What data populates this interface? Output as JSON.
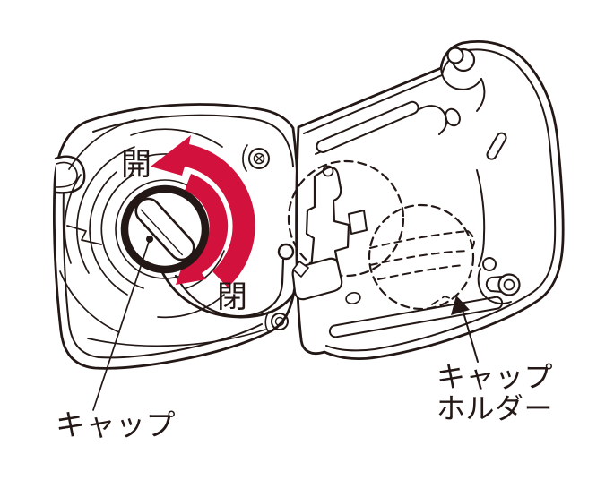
{
  "labels": {
    "open": "開",
    "close": "閉",
    "cap": "キャップ",
    "cap_holder": [
      "キャップ",
      "ホルダー"
    ]
  },
  "colors": {
    "ink": "#231815",
    "accent_red": "#d2113c",
    "background": "#ffffff"
  }
}
